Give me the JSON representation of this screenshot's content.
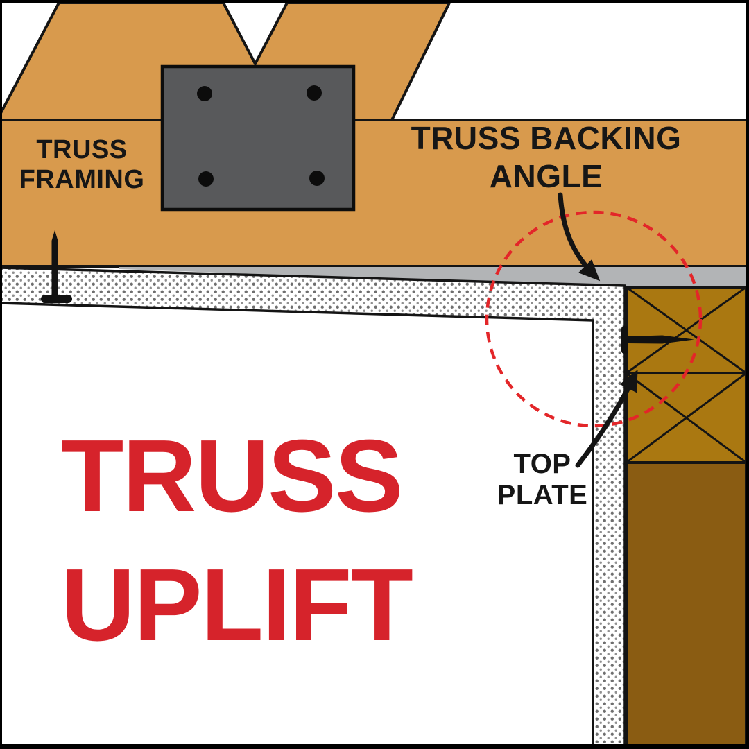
{
  "title": "Truss uplift construction diagram",
  "headline": {
    "line1": "TRUSS",
    "line2": "UPLIFT"
  },
  "labels": {
    "truss_framing": {
      "line1": "TRUSS",
      "line2": "FRAMING"
    },
    "truss_backing_angle": {
      "line1": "TRUSS BACKING",
      "line2": "ANGLE"
    },
    "top_plate": {
      "line1": "TOP",
      "line2": "PLATE"
    }
  },
  "icons": [
    "gusset-plate-icon",
    "bolt-icon",
    "popped-nail-icon",
    "top-plate-nail-icon",
    "curved-arrow-icon",
    "dashed-highlight-circle-icon"
  ],
  "colors": {
    "truss_wood": "#d89a4d",
    "top_plate_wood": "#aa7811",
    "wall_wood": "#8a5c12",
    "gusset_plate_gray": "#58595b",
    "backing_angle_gray": "#b2b4b6",
    "outline_black": "#141414",
    "highlight_red": "#e32629",
    "headline_red": "#d6232b",
    "drywall_dot_gray": "#6f6f6f",
    "background": "#ffffff"
  }
}
